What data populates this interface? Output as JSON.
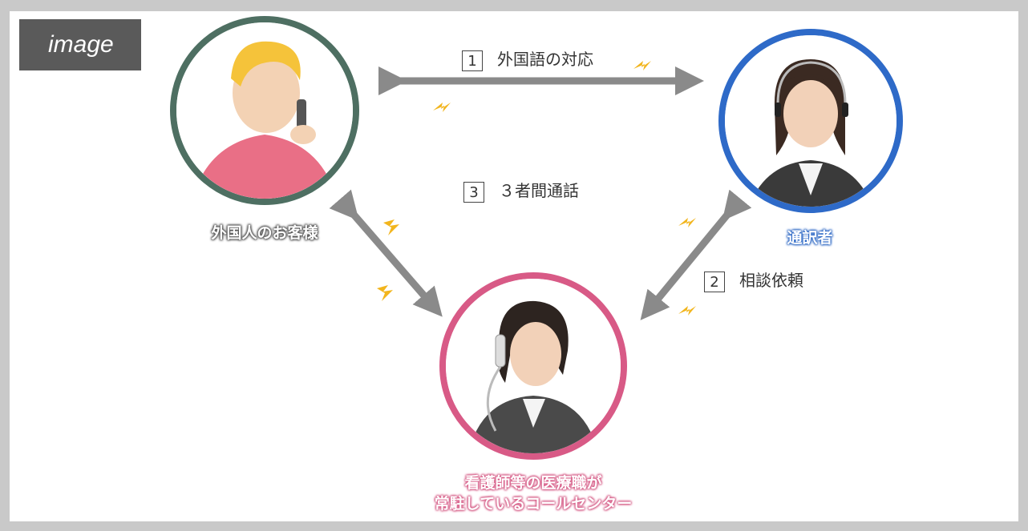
{
  "tag": "image",
  "roles": {
    "customer": "外国人のお客様",
    "interpreter": "通訳者",
    "center_line1": "看護師等の医療職が",
    "center_line2": "常駐しているコールセンター"
  },
  "steps": [
    {
      "number": "1",
      "label": "外国語の対応"
    },
    {
      "number": "2",
      "label": "相談依頼"
    },
    {
      "number": "3",
      "label": "３者間通話"
    }
  ],
  "colors": {
    "customer_ring": "#4e6f62",
    "interpreter_ring": "#2e6ac8",
    "center_ring": "#d85a86",
    "arrow": "#8a8a8a",
    "spark": "#f2b51d"
  }
}
